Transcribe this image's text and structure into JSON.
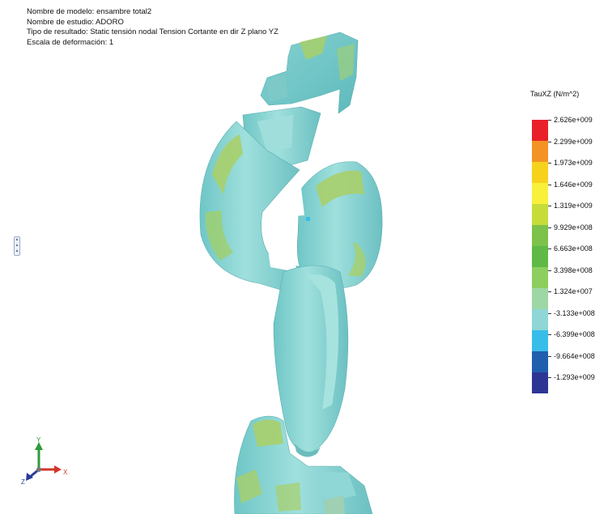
{
  "header": {
    "model_line": "Nombre de modelo: ensambre total2",
    "study_line": "Nombre de estudio: ADORO",
    "result_line": "Tipo de resultado: Static tensión nodal  Tension Cortante en dir Z plano YZ",
    "scale_line": "Escala de deformación: 1"
  },
  "legend": {
    "title": "TauXZ (N/m^2)",
    "labels": [
      "2.626e+009",
      "2.299e+009",
      "1.973e+009",
      "1.646e+009",
      "1.319e+009",
      "9.929e+008",
      "6.663e+008",
      "3.398e+008",
      "1.324e+007",
      "-3.133e+008",
      "-6.399e+008",
      "-9.664e+008",
      "-1.293e+009"
    ],
    "colors": [
      "#e8202a",
      "#f39325",
      "#f7d21c",
      "#f9f03c",
      "#c5dc3a",
      "#7dc24a",
      "#5fb947",
      "#8ccf5e",
      "#9ed7a6",
      "#8fd7d6",
      "#38bde9",
      "#1f5fae",
      "#2c3593"
    ]
  },
  "triad": {
    "x": "X",
    "y": "Y",
    "z": "Z"
  },
  "colors": {
    "cyan_mesh": "#8fd7d6",
    "green_mesh": "#a8cf6a",
    "blue_spot": "#38bde9"
  }
}
